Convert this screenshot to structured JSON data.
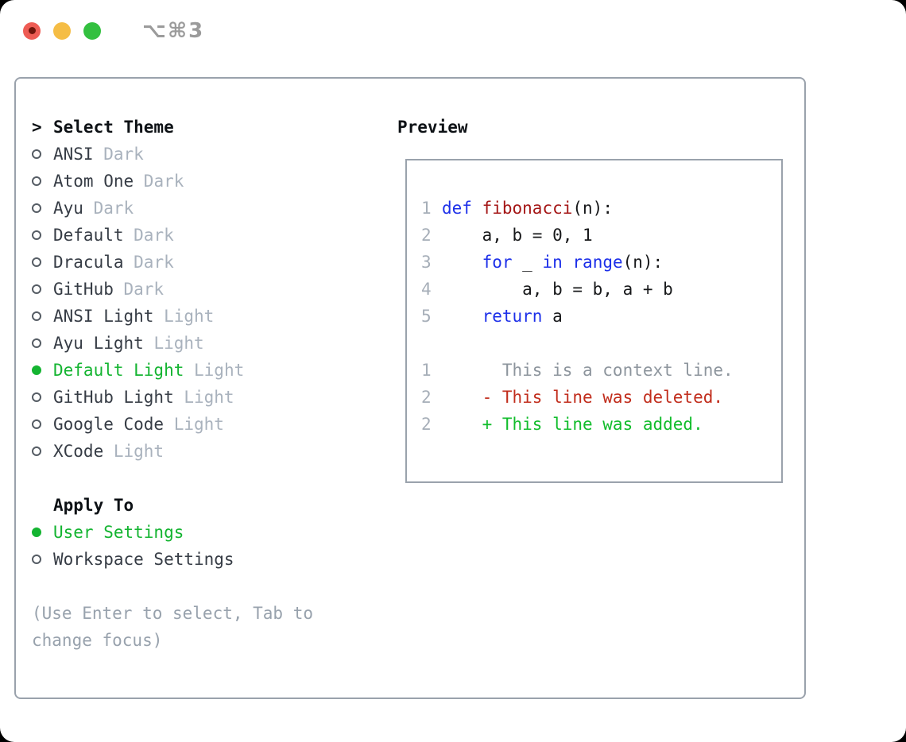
{
  "window": {
    "title": "⌥⌘3"
  },
  "titlebar": {
    "buttons": [
      {
        "name": "close",
        "color": "#ee5c54"
      },
      {
        "name": "minimize",
        "color": "#f5bd45"
      },
      {
        "name": "zoom",
        "color": "#33c03f"
      }
    ]
  },
  "theme_picker": {
    "prompt": ">",
    "title": "Select Theme",
    "items": [
      {
        "name": "ANSI",
        "variant": "Dark",
        "selected": false
      },
      {
        "name": "Atom One",
        "variant": "Dark",
        "selected": false
      },
      {
        "name": "Ayu",
        "variant": "Dark",
        "selected": false
      },
      {
        "name": "Default",
        "variant": "Dark",
        "selected": false
      },
      {
        "name": "Dracula",
        "variant": "Dark",
        "selected": false
      },
      {
        "name": "GitHub",
        "variant": "Dark",
        "selected": false
      },
      {
        "name": "ANSI Light",
        "variant": "Light",
        "selected": false
      },
      {
        "name": "Ayu Light",
        "variant": "Light",
        "selected": false
      },
      {
        "name": "Default Light",
        "variant": "Light",
        "selected": true
      },
      {
        "name": "GitHub Light",
        "variant": "Light",
        "selected": false
      },
      {
        "name": "Google Code",
        "variant": "Light",
        "selected": false
      },
      {
        "name": "XCode",
        "variant": "Light",
        "selected": false
      }
    ],
    "apply_to": {
      "title": "Apply To",
      "options": [
        {
          "label": "User Settings",
          "selected": true
        },
        {
          "label": "Workspace Settings",
          "selected": false
        }
      ]
    },
    "hint": "(Use Enter to select, Tab to change focus)"
  },
  "preview": {
    "title": "Preview",
    "lines": [
      {
        "num": "1",
        "parts": [
          {
            "t": "def",
            "c": "keyword"
          },
          {
            "t": " ",
            "c": "plain"
          },
          {
            "t": "fibonacci",
            "c": "function"
          },
          {
            "t": "(n):",
            "c": "plain"
          }
        ]
      },
      {
        "num": "2",
        "parts": [
          {
            "t": "    a, b = 0, 1",
            "c": "plain"
          }
        ]
      },
      {
        "num": "3",
        "parts": [
          {
            "t": "    ",
            "c": "plain"
          },
          {
            "t": "for",
            "c": "keyword"
          },
          {
            "t": " _ ",
            "c": "plain"
          },
          {
            "t": "in",
            "c": "keyword"
          },
          {
            "t": " ",
            "c": "plain"
          },
          {
            "t": "range",
            "c": "keyword"
          },
          {
            "t": "(n):",
            "c": "plain"
          }
        ]
      },
      {
        "num": "4",
        "parts": [
          {
            "t": "        a, b = b, a + b",
            "c": "plain"
          }
        ]
      },
      {
        "num": "5",
        "parts": [
          {
            "t": "    ",
            "c": "plain"
          },
          {
            "t": "return",
            "c": "keyword"
          },
          {
            "t": " a",
            "c": "plain"
          }
        ]
      },
      {
        "num": "",
        "parts": []
      },
      {
        "num": "1",
        "parts": [
          {
            "t": "      This is a context line.",
            "c": "ctx"
          }
        ]
      },
      {
        "num": "2",
        "parts": [
          {
            "t": "    - This line was deleted.",
            "c": "del"
          }
        ]
      },
      {
        "num": "2",
        "parts": [
          {
            "t": "    + This line was added.",
            "c": "add"
          }
        ]
      }
    ]
  },
  "colors": {
    "selected_green": "#14b431",
    "keyword_blue": "#1c2fe9",
    "function_red": "#a41616",
    "diff_deleted_red": "#c12d1c",
    "diff_added_green": "#12bd2c",
    "line_number_gray": "#a6aeb8",
    "context_gray": "#8d959d",
    "variant_tag_gray": "#a9b2bd",
    "panel_border_gray": "#9aa2ac",
    "hint_gray": "#98a2ad",
    "title_gray": "#9b9b9b"
  }
}
